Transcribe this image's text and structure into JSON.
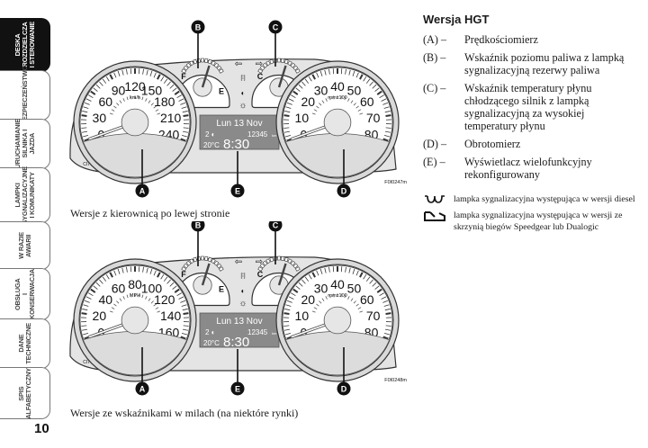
{
  "sidebar": {
    "tabs": [
      {
        "label": "DESKA\nROZDZIELCZA\nI STEROWANIE",
        "active": true
      },
      {
        "label": "BEZPIECZEŃSTWO",
        "active": false
      },
      {
        "label": "URUCHAMIANIE\nSILNIKA I JAZDA",
        "active": false
      },
      {
        "label": "LAMPKI\nSYGNALIZACYJNE\nI KOMUNIKATY",
        "active": false
      },
      {
        "label": "W RAZIE\nAWARII",
        "active": false
      },
      {
        "label": "OBSŁUGA\nI KONSERWACJA",
        "active": false
      },
      {
        "label": "DANE\nTECHNICZNE",
        "active": false
      },
      {
        "label": "SPIS\nALFABETYCZNY",
        "active": false
      }
    ],
    "page_number": "10"
  },
  "legend": {
    "title": "Wersja HGT",
    "items": [
      {
        "key": "(A) –",
        "text": "Prędkościomierz"
      },
      {
        "key": "(B) –",
        "text": "Wskaźnik poziomu paliwa z lampką sygnalizacyjną rezerwy paliwa"
      },
      {
        "key": "(C) –",
        "text": "Wskaźnik temperatury płynu chłodzącego silnik z lampką sygnalizacyjną za wysokiej temperatury płynu"
      },
      {
        "key": "(D) –",
        "text": "Obrotomierz"
      },
      {
        "key": "(E) –",
        "text": "Wyświetlacz wielofunkcyjny rekonfigurowany"
      }
    ],
    "notes": [
      {
        "icon": "glow-plug-icon",
        "glyph": "ᴗᴗ",
        "text": "lampka sygnalizacyjna występująca w wersji diesel"
      },
      {
        "icon": "gearbox-icon",
        "glyph": "◺",
        "text": "lampka sygnalizacyjna występująca w wersji ze skrzynią biegów Speedgear lub Dualogic"
      }
    ]
  },
  "figures": [
    {
      "caption": "Wersje z kierownicą po lewej stronie",
      "code": "F0I0247m",
      "speed_unit": "km/h",
      "speed_ticks": [
        "0",
        "30",
        "60",
        "90",
        "120",
        "150",
        "180",
        "210",
        "240"
      ],
      "rpm_unit": "rpmx100",
      "rpm_ticks": [
        "0",
        "10",
        "20",
        "30",
        "40",
        "50",
        "60",
        "70",
        "80"
      ],
      "fuel_labels": {
        "full": "F",
        "empty": "E"
      },
      "temp_labels": {
        "cold": "C",
        "hot": "H"
      },
      "city_label": "CITY",
      "display": {
        "line1": "Lun 13 Nov",
        "gear": "2",
        "odometer": "12345",
        "odo_unit": "km",
        "temp": "20°C",
        "time": "8:30"
      },
      "markers": [
        "A",
        "B",
        "C",
        "D",
        "E"
      ]
    },
    {
      "caption": "Wersje ze wskaźnikami w milach (na niektóre rynki)",
      "code": "F0I0248m",
      "speed_unit": "MPH",
      "speed_ticks": [
        "0",
        "20",
        "40",
        "60",
        "80",
        "100",
        "120",
        "140",
        "160"
      ],
      "rpm_unit": "rpmx100",
      "rpm_ticks": [
        "0",
        "10",
        "20",
        "30",
        "40",
        "50",
        "60",
        "70",
        "80"
      ],
      "fuel_labels": {
        "full": "F",
        "empty": "E"
      },
      "temp_labels": {
        "cold": "C",
        "hot": "H"
      },
      "city_label": "CITY",
      "display": {
        "line1": "Lun 13 Nov",
        "gear": "2",
        "odometer": "12345",
        "odo_unit": "km",
        "temp": "20°C",
        "time": "8:30"
      },
      "markers": [
        "A",
        "B",
        "C",
        "D",
        "E"
      ]
    }
  ]
}
